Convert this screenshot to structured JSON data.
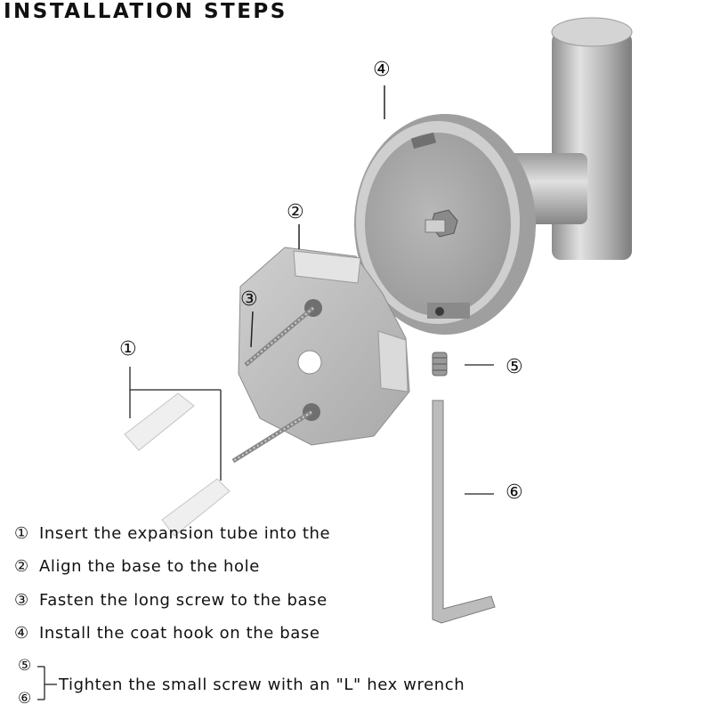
{
  "title": "INSTALLATION STEPS",
  "callouts": {
    "c1": "①",
    "c2": "②",
    "c3": "③",
    "c4": "④",
    "c5": "⑤",
    "c6": "⑥"
  },
  "steps": [
    {
      "num": "①",
      "text": "Insert the expansion tube into the"
    },
    {
      "num": "②",
      "text": "Align the base to the hole"
    },
    {
      "num": "③",
      "text": "Fasten the long screw to the base"
    },
    {
      "num": "④",
      "text": "Install the coat hook on the base"
    }
  ],
  "final_step": {
    "num_a": "⑤",
    "num_b": "⑥",
    "text": "Tighten the small screw with an \"L\" hex wrench"
  },
  "colors": {
    "steel": "#b9b9b9",
    "steel_dark": "#8d8d8d",
    "plastic": "#efefef"
  }
}
